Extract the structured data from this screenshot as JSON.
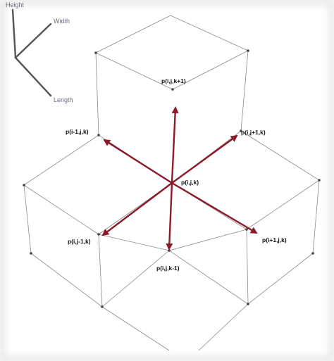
{
  "axes": {
    "height_label": "Height",
    "width_label": "Width",
    "length_label": "Length"
  },
  "points": {
    "center": "p(i,j,k)",
    "top": "p(i,j,k+1)",
    "bottom": "p(i,j,k-1)",
    "upper_left": "p(i-1,j,k)",
    "upper_right": "p(i,j+1,k)",
    "lower_left": "p(i,j-1,k)",
    "lower_right": "p(i+1,j,k)"
  },
  "colors": {
    "arrow": "#8b1a2b",
    "edge": "#8a8a8a",
    "background_edge": "#cfcfcf"
  }
}
